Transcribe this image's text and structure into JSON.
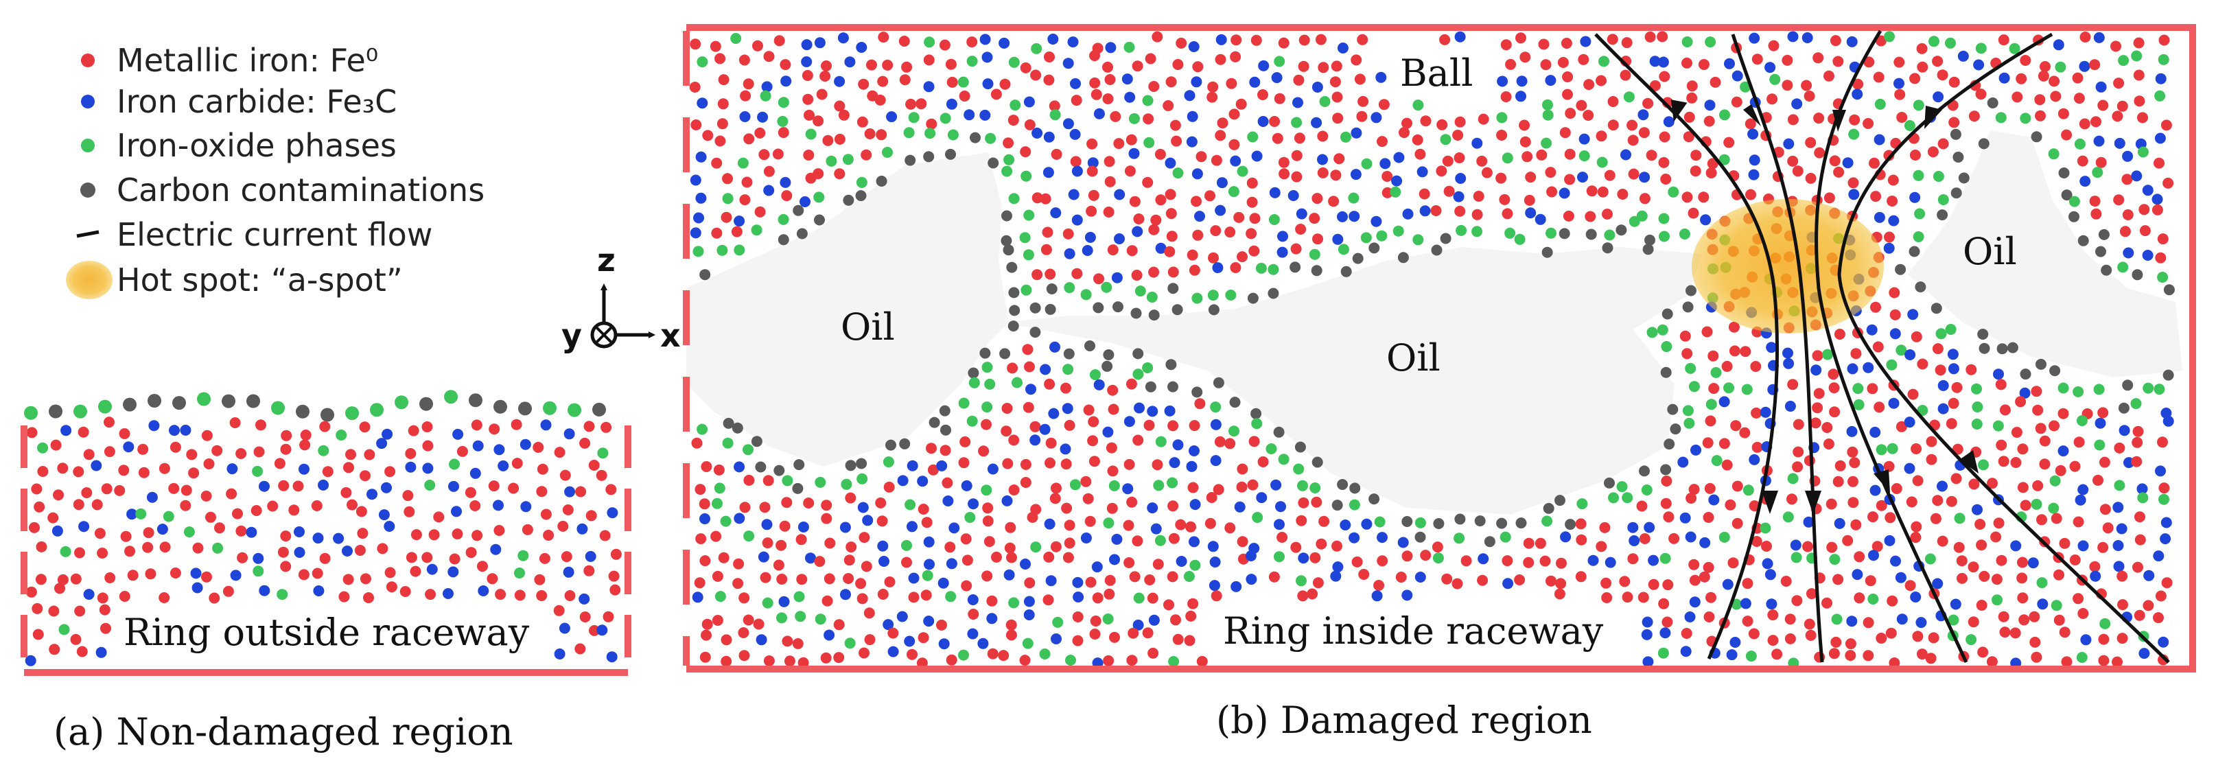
{
  "legend": {
    "items": [
      {
        "label": "Metallic iron: Fe⁰",
        "color": "#e8383d",
        "kind": "dot"
      },
      {
        "label": "Iron carbide: Fe₃C",
        "color": "#1f44d8",
        "kind": "dot"
      },
      {
        "label": "Iron-oxide phases",
        "color": "#3cc35a",
        "kind": "dot"
      },
      {
        "label": "Carbon contaminations",
        "color": "#5a5a5a",
        "kind": "dot"
      },
      {
        "label": "Electric current flow",
        "color": "#111111",
        "kind": "line"
      },
      {
        "label": "Hot spot: “a-spot”",
        "color": "#f2b41c",
        "kind": "spot"
      }
    ]
  },
  "axes": {
    "z": "z",
    "y": "y",
    "x": "x"
  },
  "panel_a": {
    "region_label": "Ring outside raceway",
    "caption": "(a) Non-damaged region"
  },
  "panel_b": {
    "ball_label": "Ball",
    "oil_labels": [
      "Oil",
      "Oil",
      "Oil"
    ],
    "region_label": "Ring inside raceway",
    "caption": "(b) Damaged region"
  },
  "colors": {
    "border": "#ee5a5e",
    "iron": "#e8383d",
    "carbide": "#1f44d8",
    "oxide": "#3cc35a",
    "carbon": "#5a5a5a",
    "current": "#111111",
    "hotspot": "#f2b41c"
  }
}
